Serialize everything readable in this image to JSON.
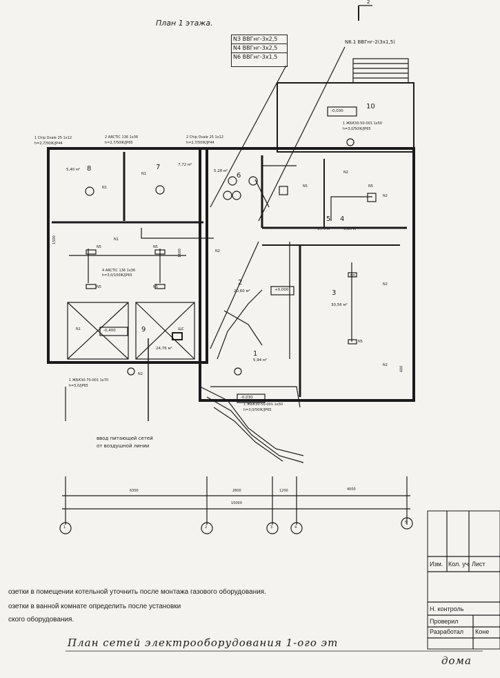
{
  "plan_title": "План 1 этажа.",
  "section_mark": "2",
  "cables": {
    "n3": "N3 ВВГнг-3х2,5",
    "n4": "N4 ВВГнг-3х2,5",
    "n6": "N6 ВВГнг-3х1,5",
    "n61": "N6.1 ВВГнг-2(3х1,5)"
  },
  "lamps": {
    "l8": "1 Chip Ovale 25 1х12",
    "l8b": "h=2,7/50lK/JP44",
    "l7": "2 ARCTIC 136 1х36",
    "l7b": "h=2,7/50lK/JP65",
    "l6": "2 Chip Ovale 25 1х12",
    "l6b": "h=2,7/50lK/JP44",
    "l10": "1 ЖБК30-50-001 1х50",
    "l10b": "h=3,0/50lK/JP65",
    "lhall": "4 ARCTIC 136 1х36",
    "lhallb": "h=3,0/100lK/JP65",
    "lout1": "1 ЖБК30-70-001 1х70",
    "lout1b": "h=5,0/JP65",
    "lout2": "1 ЖБК30-50-001 1х50",
    "lout2b": "h=3,0/50lK/JP65"
  },
  "rooms": {
    "r1": "1",
    "r2": "2",
    "r3": "3",
    "r4": "4",
    "r5": "5",
    "r6": "6",
    "r7": "7",
    "r8": "8",
    "r9": "9",
    "r10": "10",
    "a8": "5,40 м²",
    "a7": "7,72 м²",
    "a6": "5,28 м²",
    "a5": "9,79 м²",
    "a4": "9,85 м²",
    "a2": "20,60 м²",
    "a3": "30,56 м²",
    "a1": "5,94 м²",
    "a9": "24,76 м²"
  },
  "levels": {
    "lv1": "-0,030",
    "lv2": "+0,000",
    "lv3": "-0,400",
    "lv4": "-0,030"
  },
  "groups": {
    "n1": "N1",
    "n2": "N2",
    "n5": "N5"
  },
  "dims": {
    "d1": "6300",
    "d2": "2800",
    "d3": "1200",
    "d4": "4000",
    "total": "15000",
    "side1": "1500",
    "side2": "1600",
    "side3": "400"
  },
  "axes": [
    "1",
    "2",
    "3",
    "4",
    "5"
  ],
  "wls": "ЩС",
  "input_note_1": "ввод питающей сетей",
  "input_note_2": "от воздушной линии",
  "notes": [
    "озетки в помещении котельной уточнить после монтажа газового оборудования.",
    "озетки в ванной комнате определить после установки",
    "ского оборудования."
  ],
  "handwritten_1": "План сетей электрооборудования 1-ого эт",
  "handwritten_2": "дома",
  "title_block": {
    "izm": "Изм.",
    "kol": "Кол. уч",
    "list": "Лист",
    "nkontr": "Н. контроль",
    "proveril": "Проверил",
    "razrab": "Разработал",
    "razrab_name": "Коне"
  },
  "colors": {
    "ink": "#1a1a1a",
    "paper": "#f4f3ef"
  }
}
